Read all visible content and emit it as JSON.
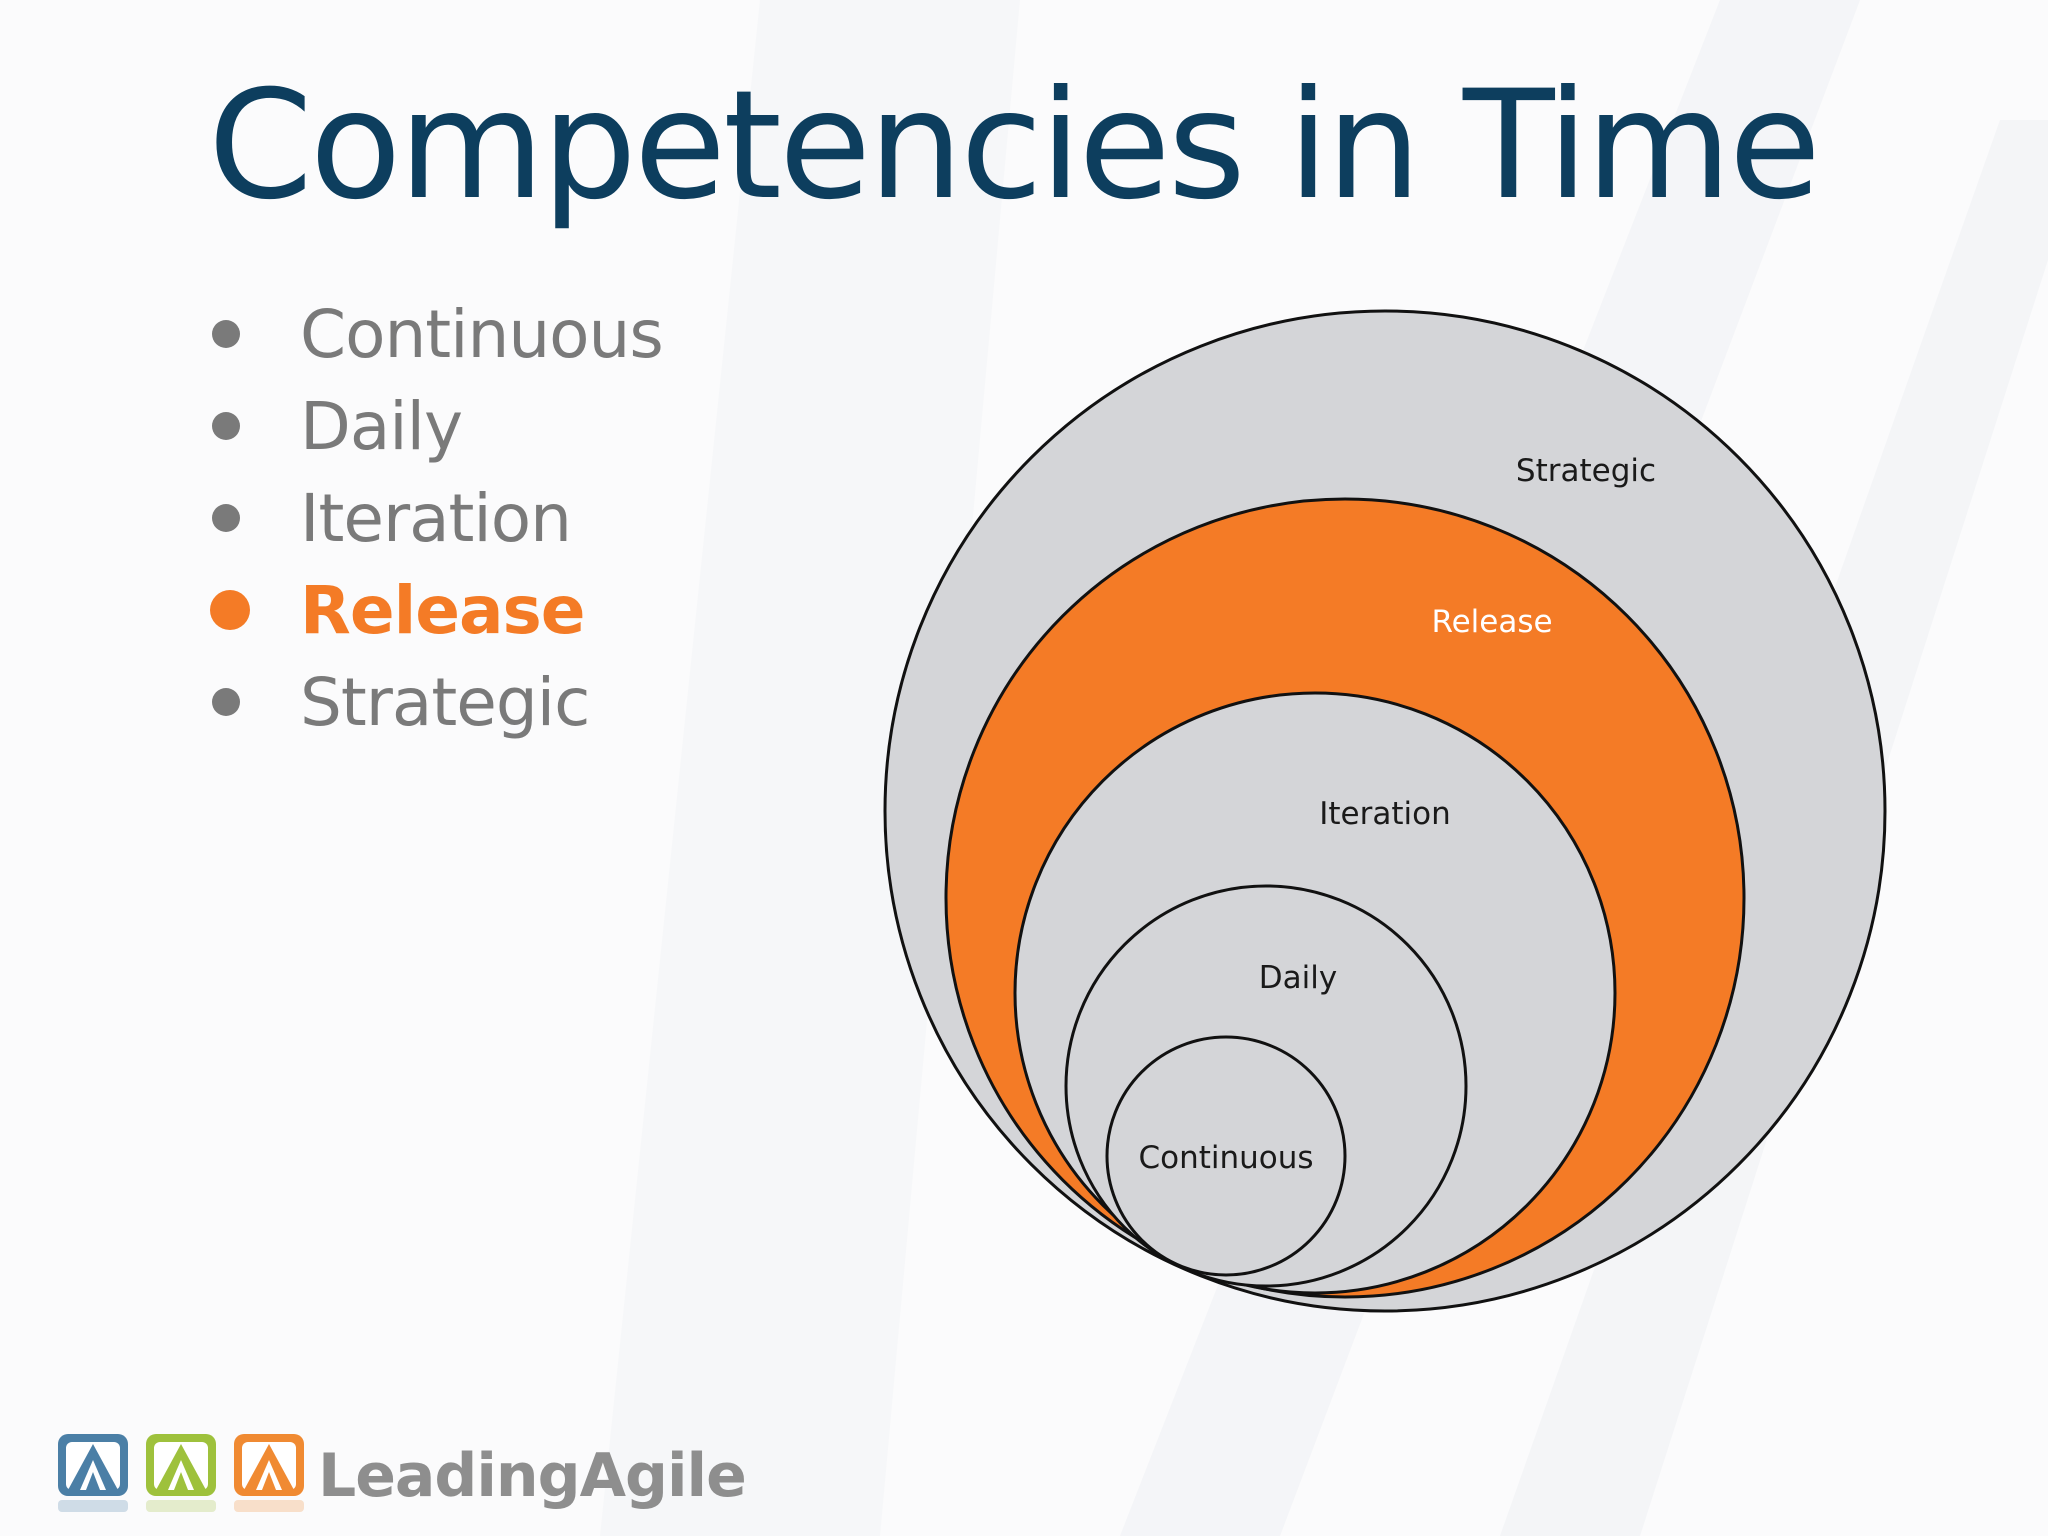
{
  "title": "Competencies in Time",
  "bullets": [
    {
      "label": "Continuous",
      "active": false
    },
    {
      "label": "Daily",
      "active": false
    },
    {
      "label": "Iteration",
      "active": false
    },
    {
      "label": "Release",
      "active": true
    },
    {
      "label": "Strategic",
      "active": false
    }
  ],
  "diagram": {
    "labels": {
      "strategic": "Strategic",
      "release": "Release",
      "iteration": "Iteration",
      "daily": "Daily",
      "continuous": "Continuous"
    }
  },
  "logo": {
    "text": "LeadingAgile"
  },
  "colors": {
    "title": "#0d3e5e",
    "bullet": "#7a7a7a",
    "accent": "#f47b26",
    "ring_fill": "#d4d5d8",
    "ring_stroke": "#111111",
    "ring_label": "#1a1a1a",
    "ring_label_active": "#ffffff",
    "logo_text": "#8e8e8e",
    "logo_blue": "#4b7fa6",
    "logo_green": "#9ec13c",
    "logo_orange": "#f08a32"
  }
}
